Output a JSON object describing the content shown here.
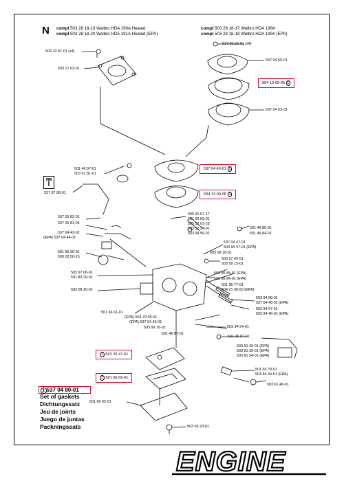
{
  "header": {
    "letter": "N",
    "left_line1_prefix": "compl",
    "left_line1": "503 28 18-19  Walbro HDA 190A Heated",
    "left_line2_prefix": "compl",
    "left_line2": "503 28 18-20  Walbro HDA 191A Heated (EPA)",
    "right_line1_prefix": "compl",
    "right_line1": "503 28 18-17  Walbro HDA 198A",
    "right_line2_prefix": "compl",
    "right_line2": "503 28 18-18  Walbro HDA 199A (EPA)"
  },
  "labels": [
    "503 10 87-01 (x4)",
    "503 17 63-01",
    "537 00 20-01 (x4)",
    "537 04 50-01",
    "537 04 53-01",
    "501 46 87-01",
    "503 51 81-01",
    "537 37 88-01",
    "537 15 82-01",
    "537 15 81-01",
    "537 04 43-01",
    "(EPA) 537 04 44-01",
    "501 69 30-01",
    "530 03 50-15",
    "505 31 67-17",
    "501 66 83-01",
    "505 52 01-25",
    "503 56 34-01",
    "503 94 56-01",
    "501 46 85-01",
    "501 46 84-01",
    "537 04 47-01",
    "503 94 47-01 (EPA)",
    "503 08 18-01",
    "503 57 42-01",
    "503 58 15-01",
    "503 97 06-01",
    "501 83 29-01",
    "503 08 20-01",
    "503 86 85-01 (EPA)",
    "503 86 84-01 (EPA)",
    "501 66 77-01",
    "504 21 00-50 (EPA)",
    "503 94 58-01",
    "537 04 46-01 (EPA)",
    "503 94 57-01",
    "503 94 46-01 (EPA)",
    "501 66 61-01",
    "(EPA) 503 79 95-01",
    "(EPA) 537 04 49-01",
    "503 99 16-01",
    "501 46 87-01",
    "503 94 54-01",
    "501 46 87-01",
    "503 91 40-01 (EPA)",
    "503 91 39-01 (EPA)",
    "503 91 54-01 (EPA)",
    "501 66 78-01",
    "503 94 44-01 (EPA)",
    "503 61 48-01",
    "501 66 62-01",
    "503 56 23-01"
  ],
  "highlighted": [
    {
      "part": "504 13 09-05",
      "mark": "1"
    },
    {
      "part": "537 04 45-01",
      "mark": "1"
    },
    {
      "part": "504 13 09-05",
      "mark": "1"
    },
    {
      "part": "502 25 47-01",
      "mark": "1"
    },
    {
      "part": "501 66 69-01",
      "mark": "1"
    }
  ],
  "kit": {
    "mark": "1",
    "part": "537 04 80-01",
    "names": [
      "Set of gaskets",
      "Dichtungssatz",
      "Jeu de joints",
      "Juego de juntas",
      "Packningssats"
    ]
  },
  "logo_text": "ENGINE"
}
